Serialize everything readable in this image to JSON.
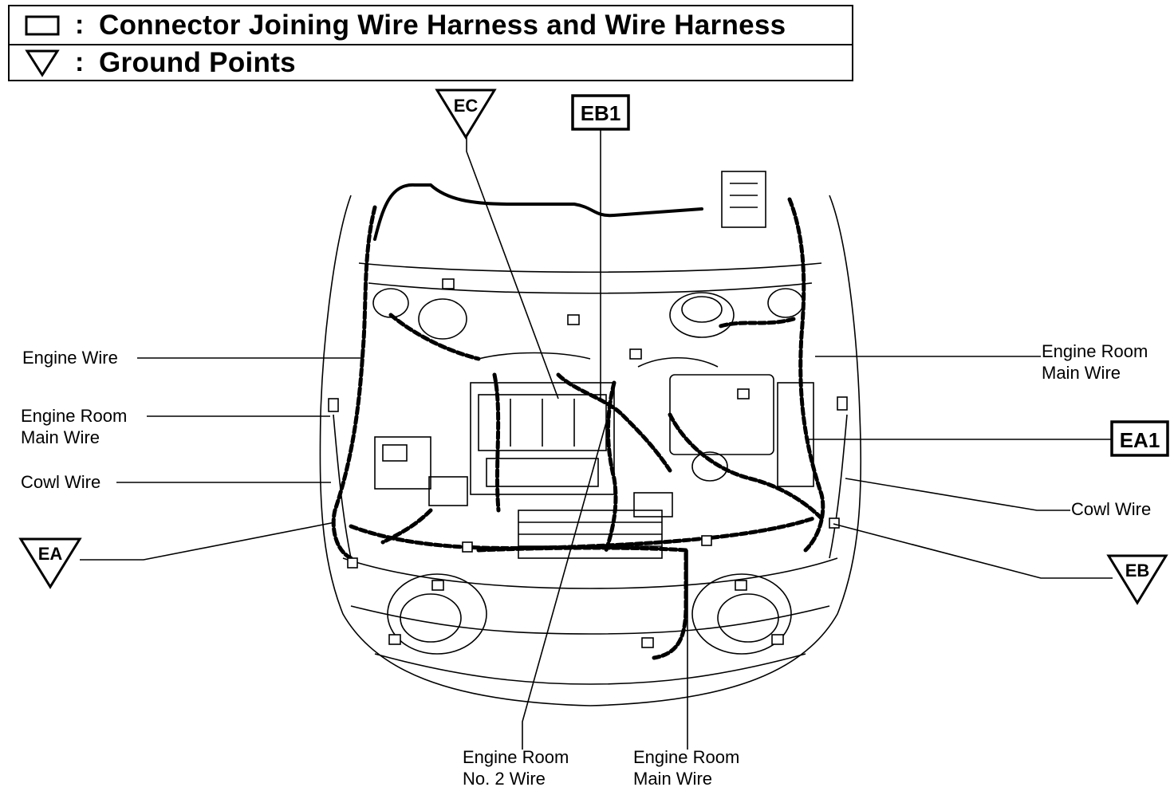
{
  "legend": {
    "connector_text": "Connector Joining Wire Harness and Wire Harness",
    "connector_symbol": "connector-box-icon",
    "ground_text": "Ground Points",
    "ground_symbol": "ground-triangle-icon",
    "colon": ":"
  },
  "tags": {
    "ec": "EC",
    "eb1": "EB1",
    "ea1": "EA1",
    "ea": "EA",
    "eb": "EB"
  },
  "labels": {
    "engine_wire": "Engine Wire",
    "left_main_1": "Engine Room",
    "left_main_2": "Main Wire",
    "left_cowl": "Cowl Wire",
    "right_main_1": "Engine Room",
    "right_main_2": "Main Wire",
    "right_cowl": "Cowl Wire",
    "bottom_no2_1": "Engine Room",
    "bottom_no2_2": "No. 2 Wire",
    "bottom_main_1": "Engine Room",
    "bottom_main_2": "Main Wire"
  },
  "colors": {
    "ink": "#000000",
    "paper": "#ffffff"
  }
}
